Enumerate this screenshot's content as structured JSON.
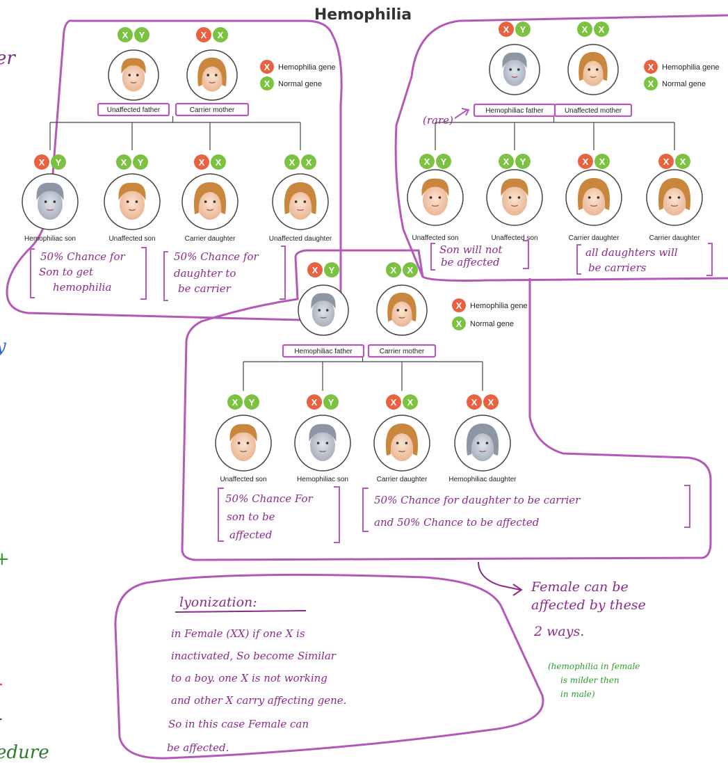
{
  "title": "Hemophilia",
  "legend": {
    "hemophilia_gene": "Hemophilia gene",
    "normal_gene": "Normal gene"
  },
  "colors": {
    "hemophilia_gene": "#e8623f",
    "normal_gene": "#7cc242",
    "ink": "#b35ab8",
    "green_ink": "#2e9a2e"
  },
  "panel1": {
    "father": "Unaffected father",
    "mother": "Carrier mother",
    "children": [
      "Hemophiliac son",
      "Unaffected son",
      "Carrier daughter",
      "Unaffected daughter"
    ],
    "note_son": [
      "50% Chance for",
      "Son to get",
      "hemophilia"
    ],
    "note_daughter": [
      "50% Chance for",
      "daughter to",
      "be carrier"
    ]
  },
  "panel2": {
    "rare": "(rare)",
    "father": "Hemophiliac father",
    "mother": "Unaffected mother",
    "children": [
      "Unaffected son",
      "Unaffected son",
      "Carrier daughter",
      "Carrier daughter"
    ],
    "note_son": [
      "Son will not",
      "be affected"
    ],
    "note_daughter": [
      "all daughters will",
      "be carriers"
    ]
  },
  "panel3": {
    "father": "Hemophiliac father",
    "mother": "Carrier mother",
    "children": [
      "Unaffected son",
      "Hemophiliac son",
      "Carrier daughter",
      "Hemophiliac daughter"
    ],
    "note_son": [
      "50% Chance For",
      "son to be",
      "affected"
    ],
    "note_daughter": [
      "50% Chance for daughter to be carrier",
      "and 50% Chance to be affected"
    ]
  },
  "female_note": [
    "Female can be",
    "affected by these",
    "2 ways."
  ],
  "green_note": [
    "(hemophilia in female",
    "is milder then",
    "in male)"
  ],
  "lyonization": {
    "heading": "lyonization:",
    "lines": [
      "in Female (XX) if one X is",
      "inactivated, So become Similar",
      "to a boy. one X is not working",
      "and other X carry affecting gene.",
      "So in this case Female can",
      "be affected."
    ]
  }
}
